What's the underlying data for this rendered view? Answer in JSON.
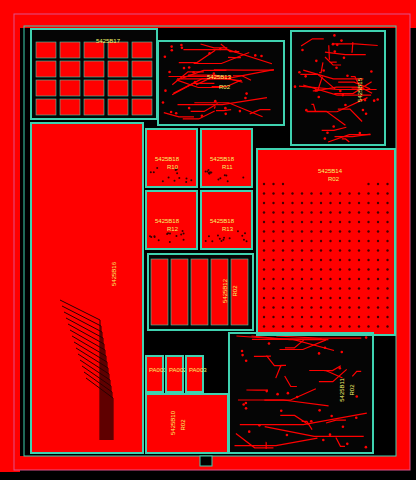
{
  "diagram": {
    "nodes": [
      {
        "text": [
          "5425B17"
        ]
      },
      {
        "text": [
          "5425B13",
          "R02"
        ]
      },
      {
        "text": [
          "5425B15"
        ]
      },
      {
        "text": [
          "5425B16"
        ]
      },
      {
        "text": [
          "5425B18",
          "R10"
        ]
      },
      {
        "text": [
          "5425B18",
          "R11"
        ]
      },
      {
        "text": [
          "5425B18",
          "R12"
        ]
      },
      {
        "text": [
          "5425B18",
          "R13"
        ]
      },
      {
        "text": [
          "5425B14",
          "R02"
        ]
      },
      {
        "text": [
          "5425B12",
          "R02"
        ]
      },
      {
        "text": [
          "PA001"
        ]
      },
      {
        "text": [
          "PA002"
        ]
      },
      {
        "text": [
          "PA003"
        ]
      },
      {
        "text": [
          "5425B10",
          "R02"
        ]
      },
      {
        "text": [
          "5425B11",
          "R02"
        ]
      }
    ]
  }
}
